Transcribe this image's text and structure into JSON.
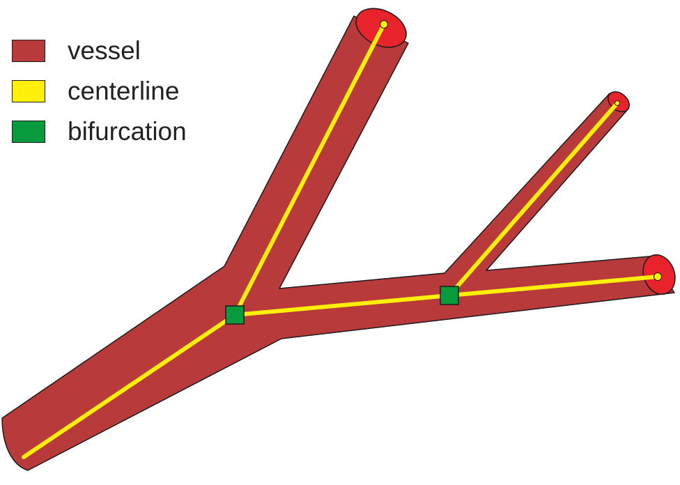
{
  "colors": {
    "vessel": "#b83a3a",
    "vessel_cap": "#e8232c",
    "centerline": "#ffef0a",
    "bifurcation": "#0a9a3e",
    "outline": "#1a1a1a"
  },
  "legend": {
    "items": [
      {
        "label": "vessel",
        "color": "#b83a3a"
      },
      {
        "label": "centerline",
        "color": "#ffef0a"
      },
      {
        "label": "bifurcation",
        "color": "#0a9a3e"
      }
    ]
  }
}
